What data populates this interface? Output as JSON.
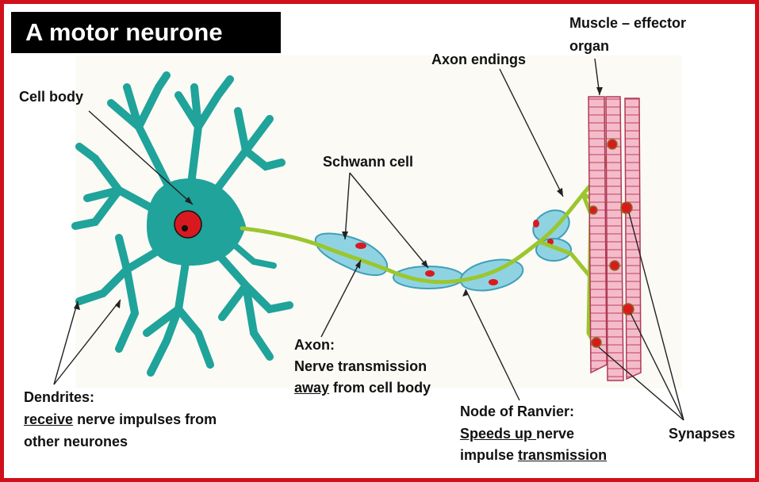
{
  "title": "A motor neurone",
  "labels": {
    "cell_body": "Cell body",
    "schwann_cell": "Schwann cell",
    "axon_endings": "Axon endings",
    "muscle_line1": "Muscle – effector",
    "muscle_line2": "organ",
    "dendrites_title": "Dendrites:",
    "dendrites_u": "receive",
    "dendrites_rest": " nerve impulses from",
    "dendrites_line3": "other neurones",
    "axon_title": "Axon:",
    "axon_line2": "Nerve transmission",
    "axon_u": "away",
    "axon_rest": " from cell body",
    "node_title": "Node of Ranvier:",
    "node_u": "Speeds up ",
    "node_rest": "nerve",
    "node_line3a": "impulse ",
    "node_line3u": "transmission",
    "synapses": "Synapses"
  },
  "colors": {
    "border": "#d0101a",
    "cell": "#1fa39a",
    "nucleus": "#d81a20",
    "axon": "#9bc62e",
    "myelin": "#8fd3e3",
    "muscle": "#f2b5c4",
    "muscle_stripe": "#c9556f"
  }
}
